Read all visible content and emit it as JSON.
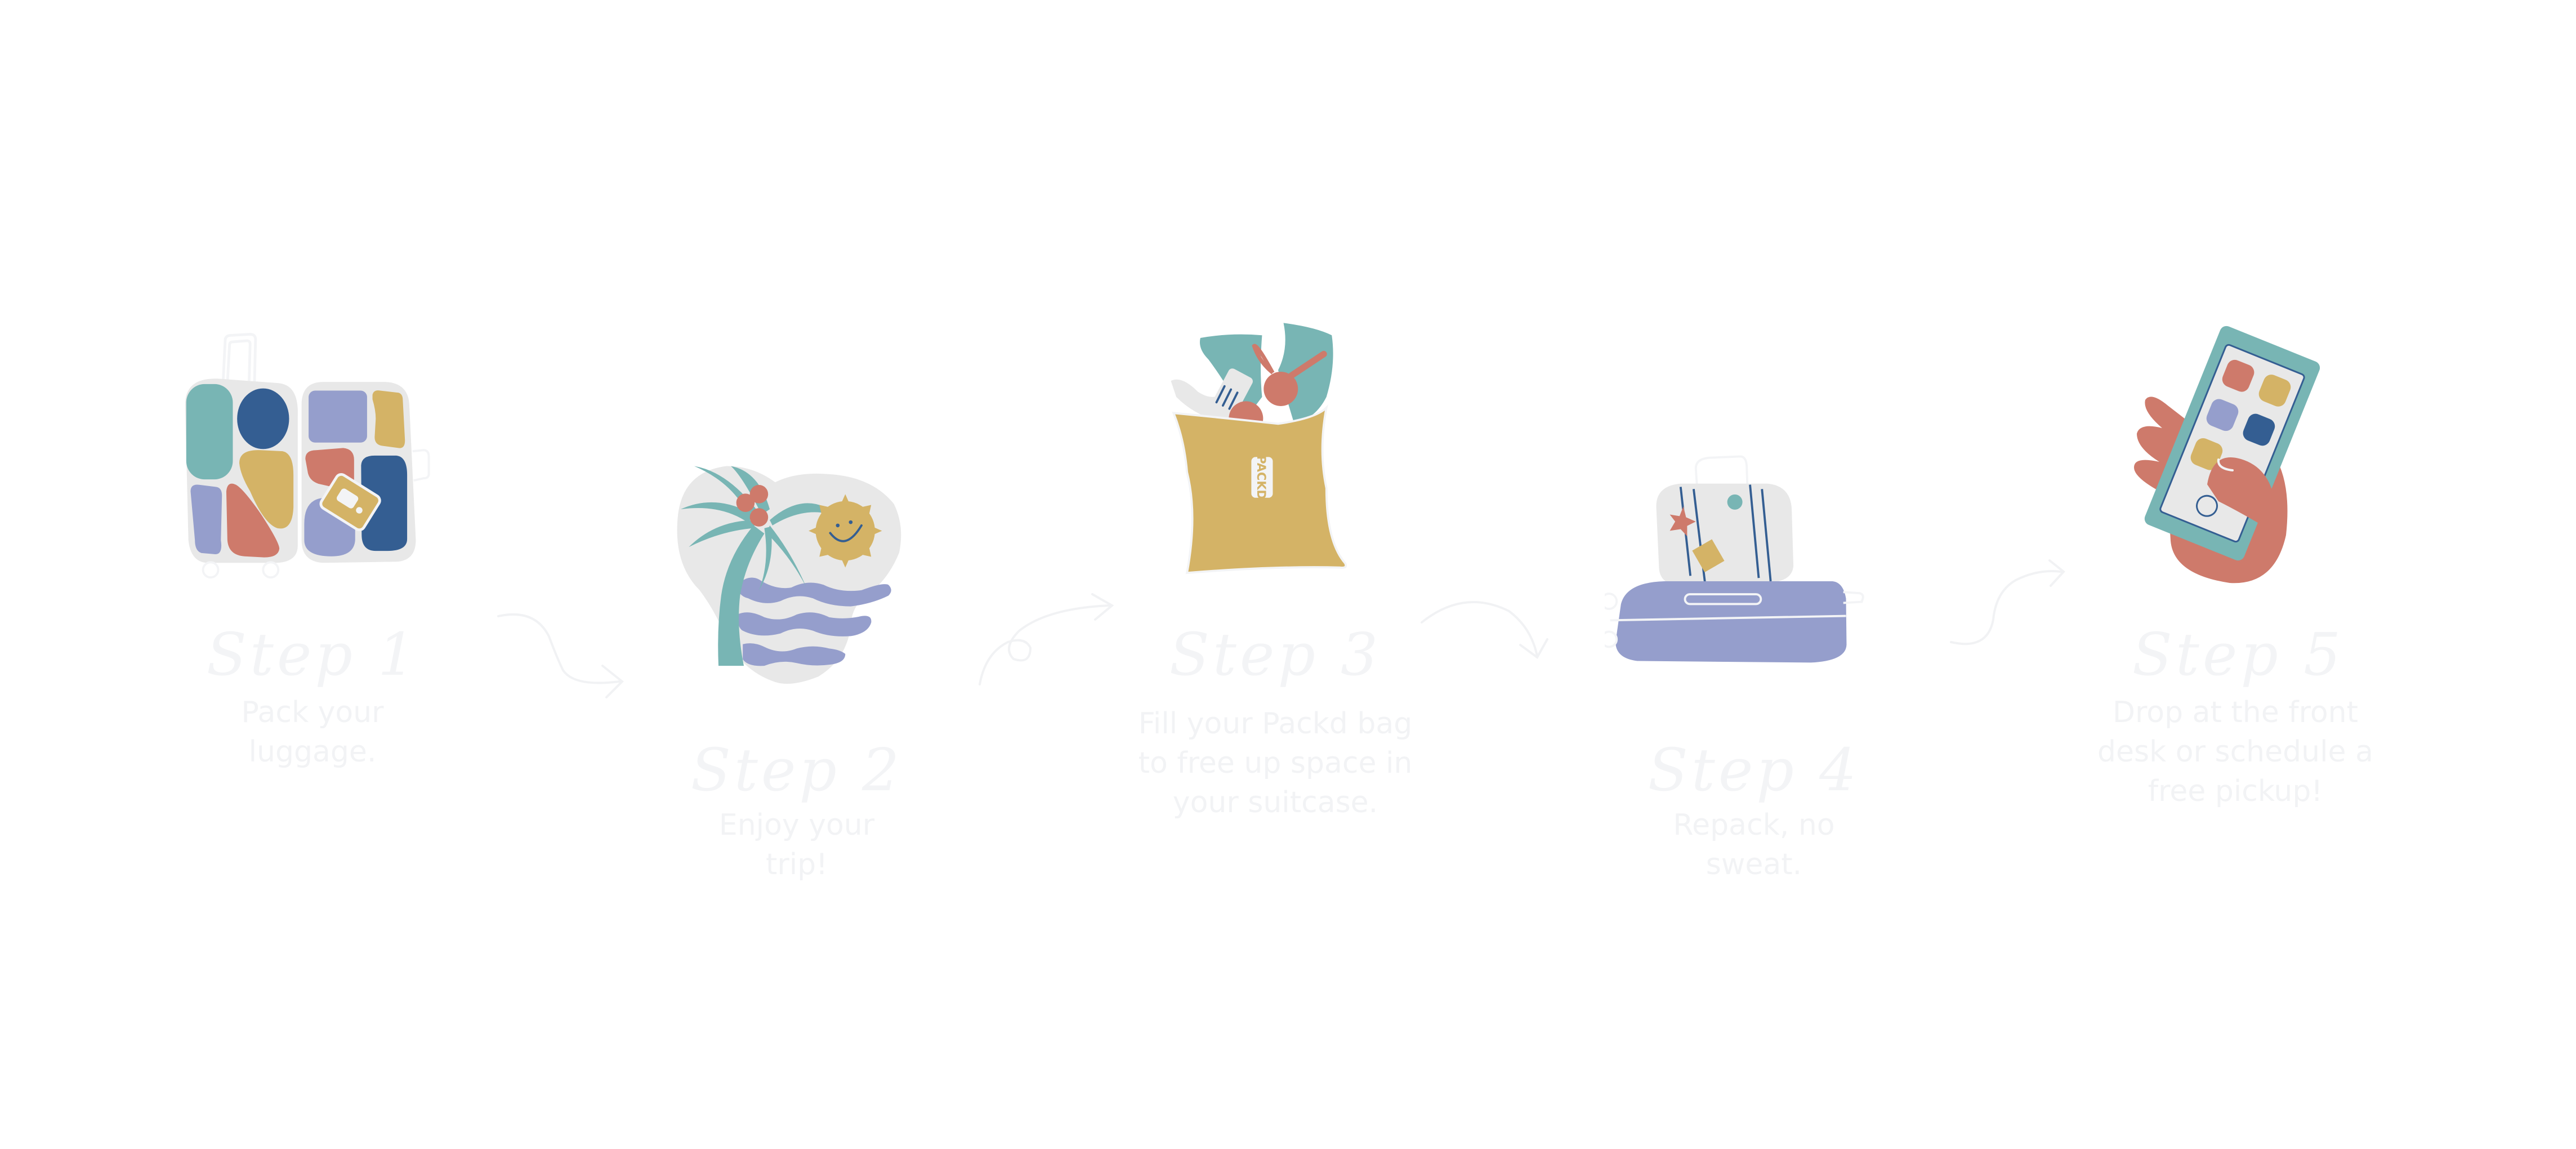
{
  "steps": [
    {
      "title": "Step 1",
      "description": "Pack your luggage.",
      "illustration": "open-suitcase-icon"
    },
    {
      "title": "Step 2",
      "description": "Enjoy your trip!",
      "illustration": "palm-tree-beach-icon"
    },
    {
      "title": "Step 3",
      "description": "Fill your Packd bag to free up space in your suitcase.",
      "illustration": "packd-bag-icon"
    },
    {
      "title": "Step 4",
      "description": "Repack, no sweat.",
      "illustration": "stacked-suitcases-icon"
    },
    {
      "title": "Step 5",
      "description": "Drop at the front desk or schedule a free pickup!",
      "illustration": "hand-phone-icon"
    }
  ],
  "bag_label": "PACKD",
  "colors": {
    "teal": "#78b5b4",
    "navy": "#345e92",
    "lavender": "#959ecc",
    "mustard": "#d4b366",
    "coral": "#ce7a6b",
    "light_gray": "#e8e8e8",
    "faint_text": "#f3f4f6"
  }
}
